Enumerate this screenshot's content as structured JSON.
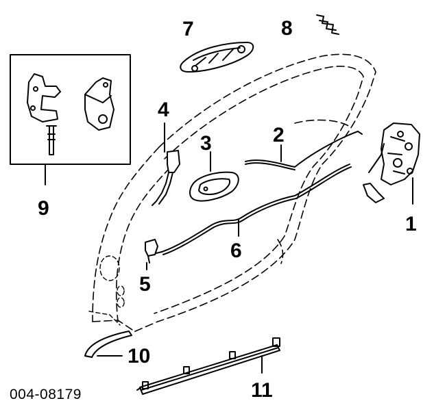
{
  "diagram": {
    "callouts": [
      {
        "id": "1",
        "label": "1"
      },
      {
        "id": "2",
        "label": "2"
      },
      {
        "id": "3",
        "label": "3"
      },
      {
        "id": "4",
        "label": "4"
      },
      {
        "id": "5",
        "label": "5"
      },
      {
        "id": "6",
        "label": "6"
      },
      {
        "id": "7",
        "label": "7"
      },
      {
        "id": "8",
        "label": "8"
      },
      {
        "id": "9",
        "label": "9"
      },
      {
        "id": "10",
        "label": "10"
      },
      {
        "id": "11",
        "label": "11"
      }
    ],
    "part_number": "004-08179"
  }
}
